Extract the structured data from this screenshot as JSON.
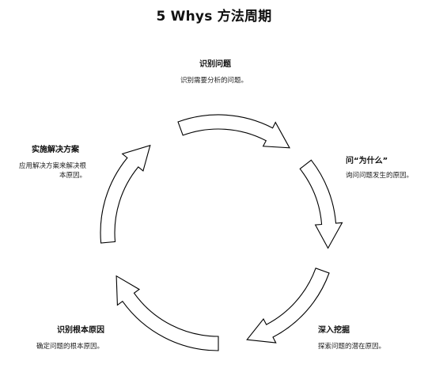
{
  "title": "5 Whys 方法周期",
  "steps": [
    {
      "label": "识别问题",
      "desc": "识别需要分析的问题。"
    },
    {
      "label": "问“为什么”",
      "desc": "询问问题发生的原因。"
    },
    {
      "label": "深入挖掘",
      "desc": "探索问题的潜在原因。"
    },
    {
      "label": "识别根本原因",
      "desc": "确定问题的根本原因。"
    },
    {
      "label": "实施解决方案",
      "desc_line1": "应用解决方案来解决根",
      "desc_line2": "本原因。"
    }
  ]
}
